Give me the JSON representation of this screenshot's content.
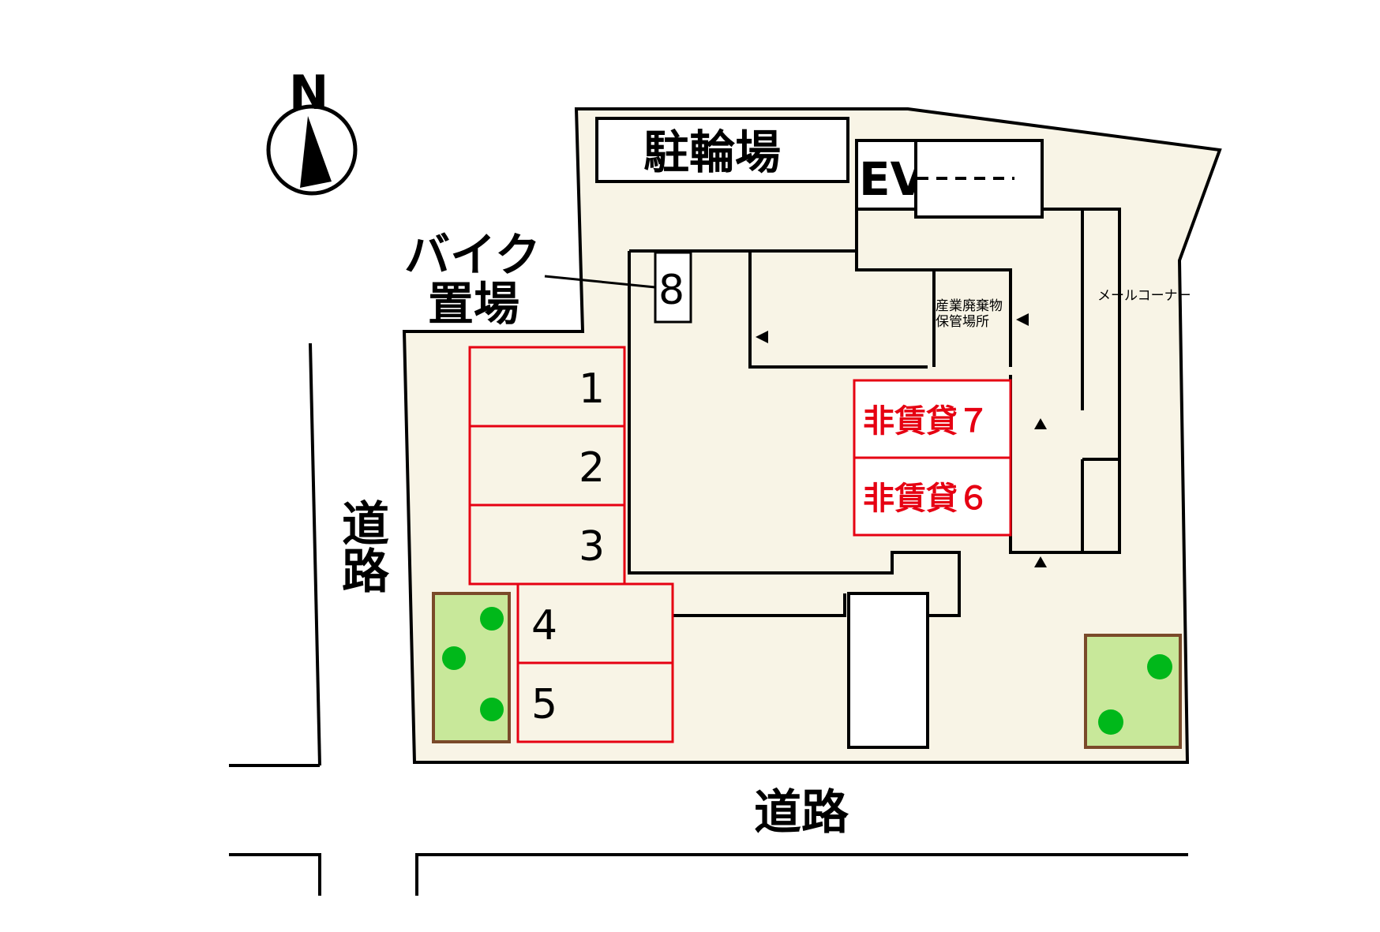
{
  "labels": {
    "north": "N",
    "bicycle_parking": "駐輪場",
    "elevator": "EV",
    "bike_parking_line1": "バイク",
    "bike_parking_line2": "置場",
    "bike_space_number": "8",
    "waste_line1": "産業廃棄物",
    "waste_line2": "保管場所",
    "mail_corner": "メールコーナー",
    "road_west_line1": "道",
    "road_west_line2": "路",
    "road_south": "道路"
  },
  "parking_spaces": [
    {
      "number": "1",
      "status": "available"
    },
    {
      "number": "2",
      "status": "available"
    },
    {
      "number": "3",
      "status": "available"
    },
    {
      "number": "4",
      "status": "available"
    },
    {
      "number": "5",
      "status": "available"
    }
  ],
  "non_rental_spaces": [
    {
      "label": "非賃貸７"
    },
    {
      "label": "非賃貸６"
    }
  ],
  "colors": {
    "site_fill": "#f8f4e6",
    "parking_border": "#e60012",
    "planting_fill": "#c8e89a",
    "planting_border": "#7a4a2a",
    "tree": "#00b81a"
  }
}
